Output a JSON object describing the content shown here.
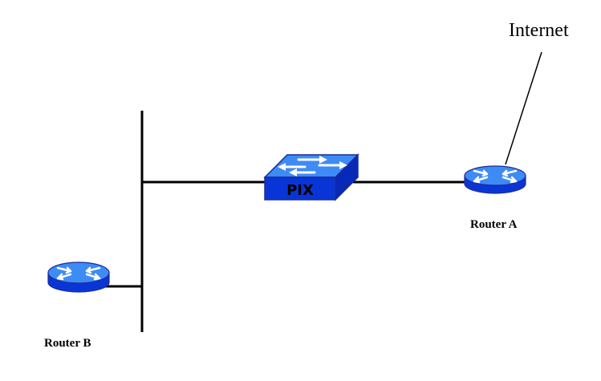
{
  "diagram": {
    "internet_label": "Internet",
    "router_a_label": "Router A",
    "router_b_label": "Router B",
    "pix_label": "PIX"
  },
  "colors": {
    "device_top": "#3d8bf5",
    "device_side": "#0a35d6",
    "device_edge": "#1c2c99",
    "arrow": "#ffffff",
    "line": "#000000"
  },
  "icons": {
    "router": "router-icon",
    "firewall": "pix-firewall-icon"
  }
}
